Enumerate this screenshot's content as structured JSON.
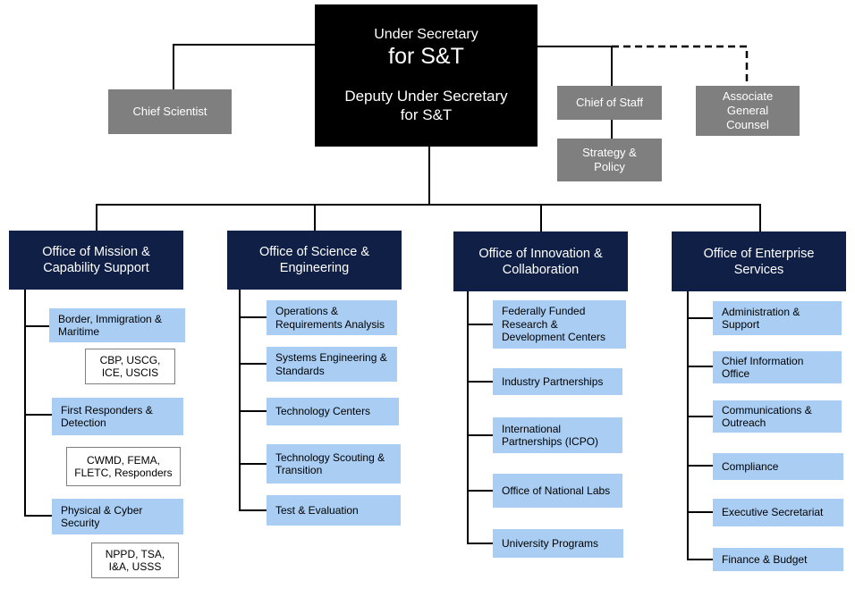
{
  "top": {
    "title_line1": "Under Secretary",
    "title_line2": "for S&T",
    "deputy_line1": "Deputy Under Secretary",
    "deputy_line2": "for S&T"
  },
  "staff": {
    "chief_scientist": "Chief Scientist",
    "chief_of_staff": "Chief of Staff",
    "strategy_policy_line1": "Strategy &",
    "strategy_policy_line2": "Policy",
    "associate_general_counsel": [
      "Associate",
      "General",
      "Counsel"
    ]
  },
  "offices": [
    {
      "title": [
        "Office of Mission &",
        "Capability Support"
      ],
      "units": [
        {
          "label": [
            "Border, Immigration &",
            "Maritime"
          ],
          "components": [
            "CBP, USCG,",
            "ICE, USCIS"
          ]
        },
        {
          "label": [
            "First Responders &",
            "Detection"
          ],
          "components": [
            "CWMD, FEMA,",
            "FLETC, Responders"
          ]
        },
        {
          "label": [
            "Physical & Cyber",
            "Security"
          ],
          "components": [
            "NPPD, TSA,",
            "I&A, USSS"
          ]
        }
      ]
    },
    {
      "title": [
        "Office of Science &",
        "Engineering"
      ],
      "units": [
        {
          "label": [
            "Operations &",
            "Requirements Analysis"
          ]
        },
        {
          "label": [
            "Systems Engineering &",
            "Standards"
          ]
        },
        {
          "label": [
            "Technology Centers"
          ]
        },
        {
          "label": [
            "Technology Scouting &",
            "Transition"
          ]
        },
        {
          "label": [
            "Test & Evaluation"
          ]
        }
      ]
    },
    {
      "title": [
        "Office of Innovation &",
        "Collaboration"
      ],
      "units": [
        {
          "label": [
            "Federally Funded",
            "Research &",
            "Development Centers"
          ]
        },
        {
          "label": [
            "Industry Partnerships"
          ]
        },
        {
          "label": [
            "International",
            "Partnerships (ICPO)"
          ]
        },
        {
          "label": [
            "Office of National Labs"
          ]
        },
        {
          "label": [
            "University Programs"
          ]
        }
      ]
    },
    {
      "title": [
        "Office of Enterprise",
        "Services"
      ],
      "units": [
        {
          "label": [
            "Administration &",
            "Support"
          ]
        },
        {
          "label": [
            "Chief Information",
            "Office"
          ]
        },
        {
          "label": [
            "Communications &",
            "Outreach"
          ]
        },
        {
          "label": [
            "Compliance"
          ]
        },
        {
          "label": [
            "Executive Secretariat"
          ]
        },
        {
          "label": [
            "Finance & Budget"
          ]
        }
      ]
    }
  ]
}
